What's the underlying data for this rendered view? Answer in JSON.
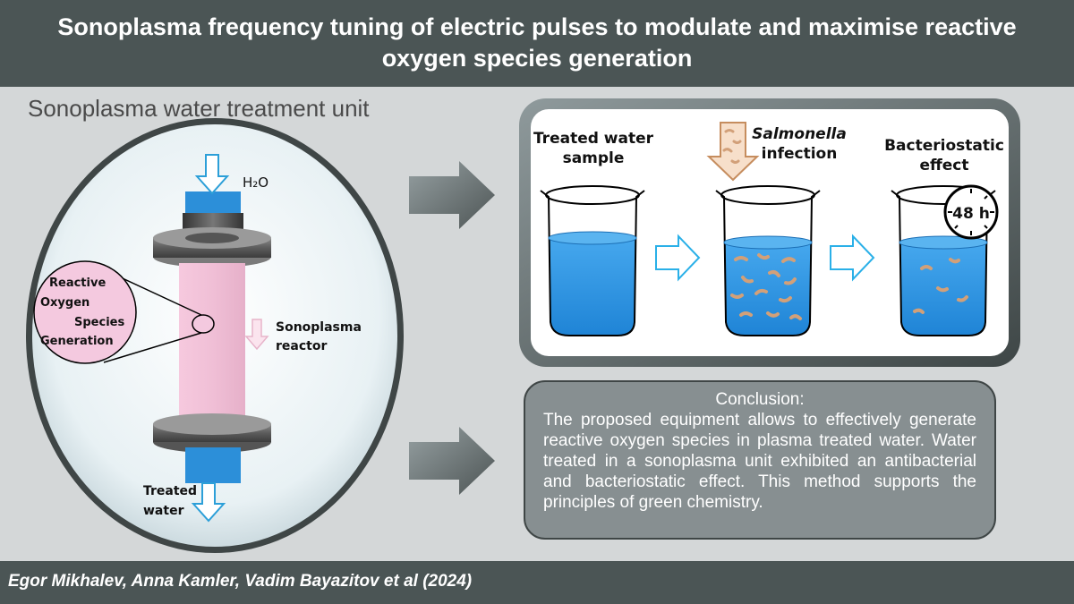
{
  "header": {
    "title": "Sonoplasma frequency tuning of electric pulses to modulate and maximise reactive oxygen species generation"
  },
  "unit": {
    "title": "Sonoplasma water treatment unit",
    "inlet": "H₂O",
    "outlet": [
      "Treated",
      "water"
    ],
    "reactor": [
      "Sonoplasma",
      "reactor"
    ],
    "ros": [
      "Reactive",
      "Oxygen",
      "Species",
      "Generation"
    ]
  },
  "process": {
    "steps": [
      {
        "label": [
          "Treated water",
          "sample"
        ]
      },
      {
        "label": [
          "Salmonella",
          "infection"
        ]
      },
      {
        "label": [
          "Bacteriostatic",
          "effect"
        ]
      }
    ],
    "timer": "48 h"
  },
  "conclusion": {
    "title": "Conclusion:",
    "body": "The proposed equipment allows to effectively generate reactive oxygen species in plasma treated water. Water treated in a sonoplasma unit exhibited an antibacterial and bacteriostatic effect. This method supports the principles of green chemistry."
  },
  "footer": {
    "authors": "Egor Mikhalev, Anna Kamler, Vadim Bayazitov et al (2024)"
  },
  "colors": {
    "header_bg": "#4b5555",
    "page_bg": "#d4d7d8",
    "water": "#2f95e2",
    "arrow_gray": "#8a9597",
    "reactor_pink": "#f1c6dc",
    "conclusion_bg": "#878f91"
  }
}
